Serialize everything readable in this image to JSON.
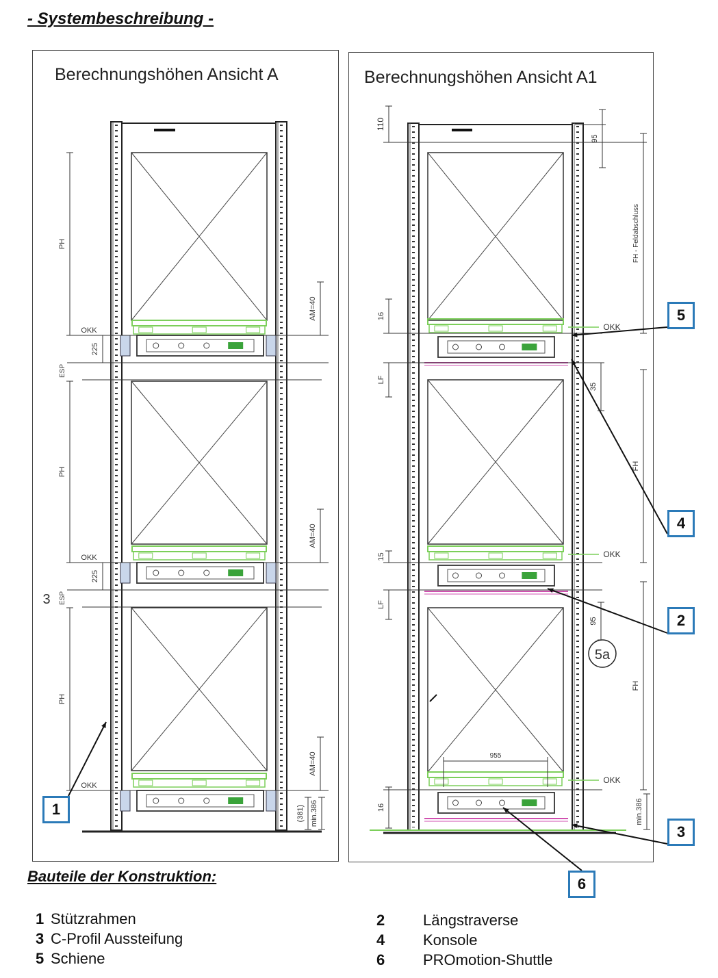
{
  "heading": "- Systembeschreibung -",
  "panel_left": {
    "title": "Berechnungshöhen Ansicht A",
    "labels": {
      "ph": "PH",
      "esp": "ESP",
      "okk": "OKK",
      "am": "AM=40",
      "d225": "225",
      "d381": "(381)",
      "min386": "min.386",
      "side3": "3"
    }
  },
  "panel_right": {
    "title": "Berechnungshöhen Ansicht A1",
    "labels": {
      "d110": "110",
      "d95": "95",
      "fh_feld": "FH - Feldabschluss",
      "fh": "FH",
      "okk": "OKK",
      "d16": "16",
      "d15": "15",
      "lf": "LF",
      "d35": "35",
      "d955": "955",
      "min386": "min.386",
      "circle5a": "5a"
    }
  },
  "callouts": {
    "c1": "1",
    "c2": "2",
    "c3": "3",
    "c4": "4",
    "c5": "5",
    "c6": "6"
  },
  "parts": {
    "title": "Bauteile der Konstruktion:",
    "items": [
      {
        "num": "1",
        "label": "Stützrahmen"
      },
      {
        "num": "3",
        "label": "C-Profil Aussteifung"
      },
      {
        "num": "5",
        "label": "Schiene"
      },
      {
        "num": "2",
        "label": "Längstraverse"
      },
      {
        "num": "4",
        "label": "Konsole"
      },
      {
        "num": "6",
        "label": "PROmotion-Shuttle"
      }
    ]
  },
  "colors": {
    "pallet": "#7ccf5a",
    "rail": "#d050b0",
    "callout_border": "#2b7ab8",
    "shuttle": "#3aa33a"
  }
}
